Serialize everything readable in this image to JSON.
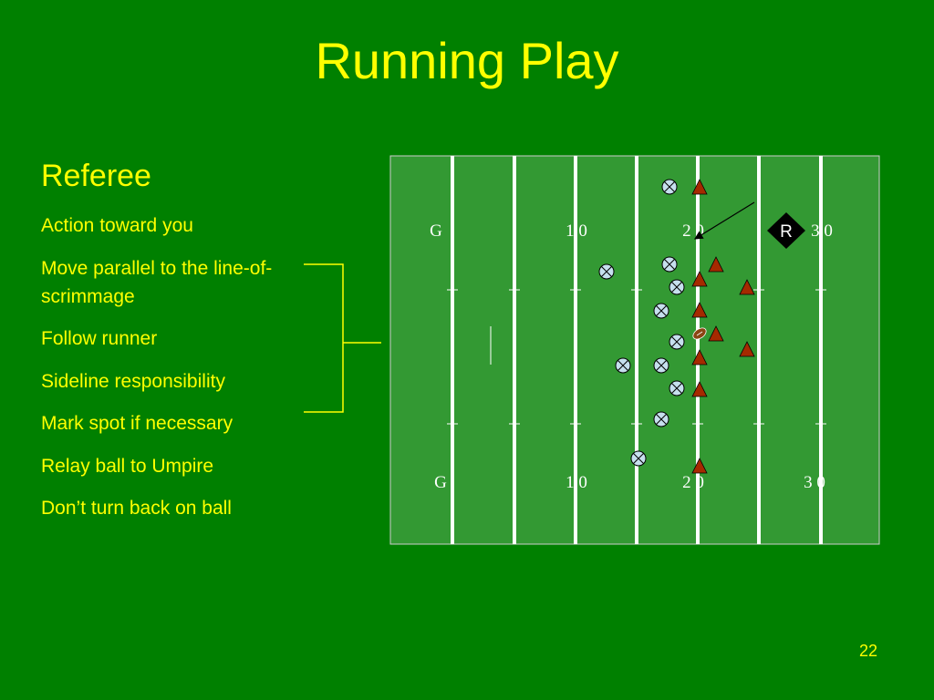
{
  "slide": {
    "title": "Running Play",
    "subheading": "Referee",
    "bullets": [
      "Action toward you",
      "Move parallel to the line-of-scrimmage",
      "Follow runner",
      "Sideline responsibility",
      "Mark spot if necessary",
      "Relay ball to Umpire",
      "Don’t turn back on ball"
    ],
    "page_number": "22"
  },
  "field": {
    "top_labels": [
      "G",
      "1 0",
      "2 0",
      "3 0"
    ],
    "bottom_labels": [
      "G",
      "1 0",
      "2 0",
      "3 0"
    ],
    "official_marker": "R",
    "colors": {
      "background": "#008000",
      "field": "#339933",
      "lines": "#ffffff",
      "text": "#ffff00",
      "offense": "#a52a00",
      "defense": "#c6e0ee"
    }
  }
}
